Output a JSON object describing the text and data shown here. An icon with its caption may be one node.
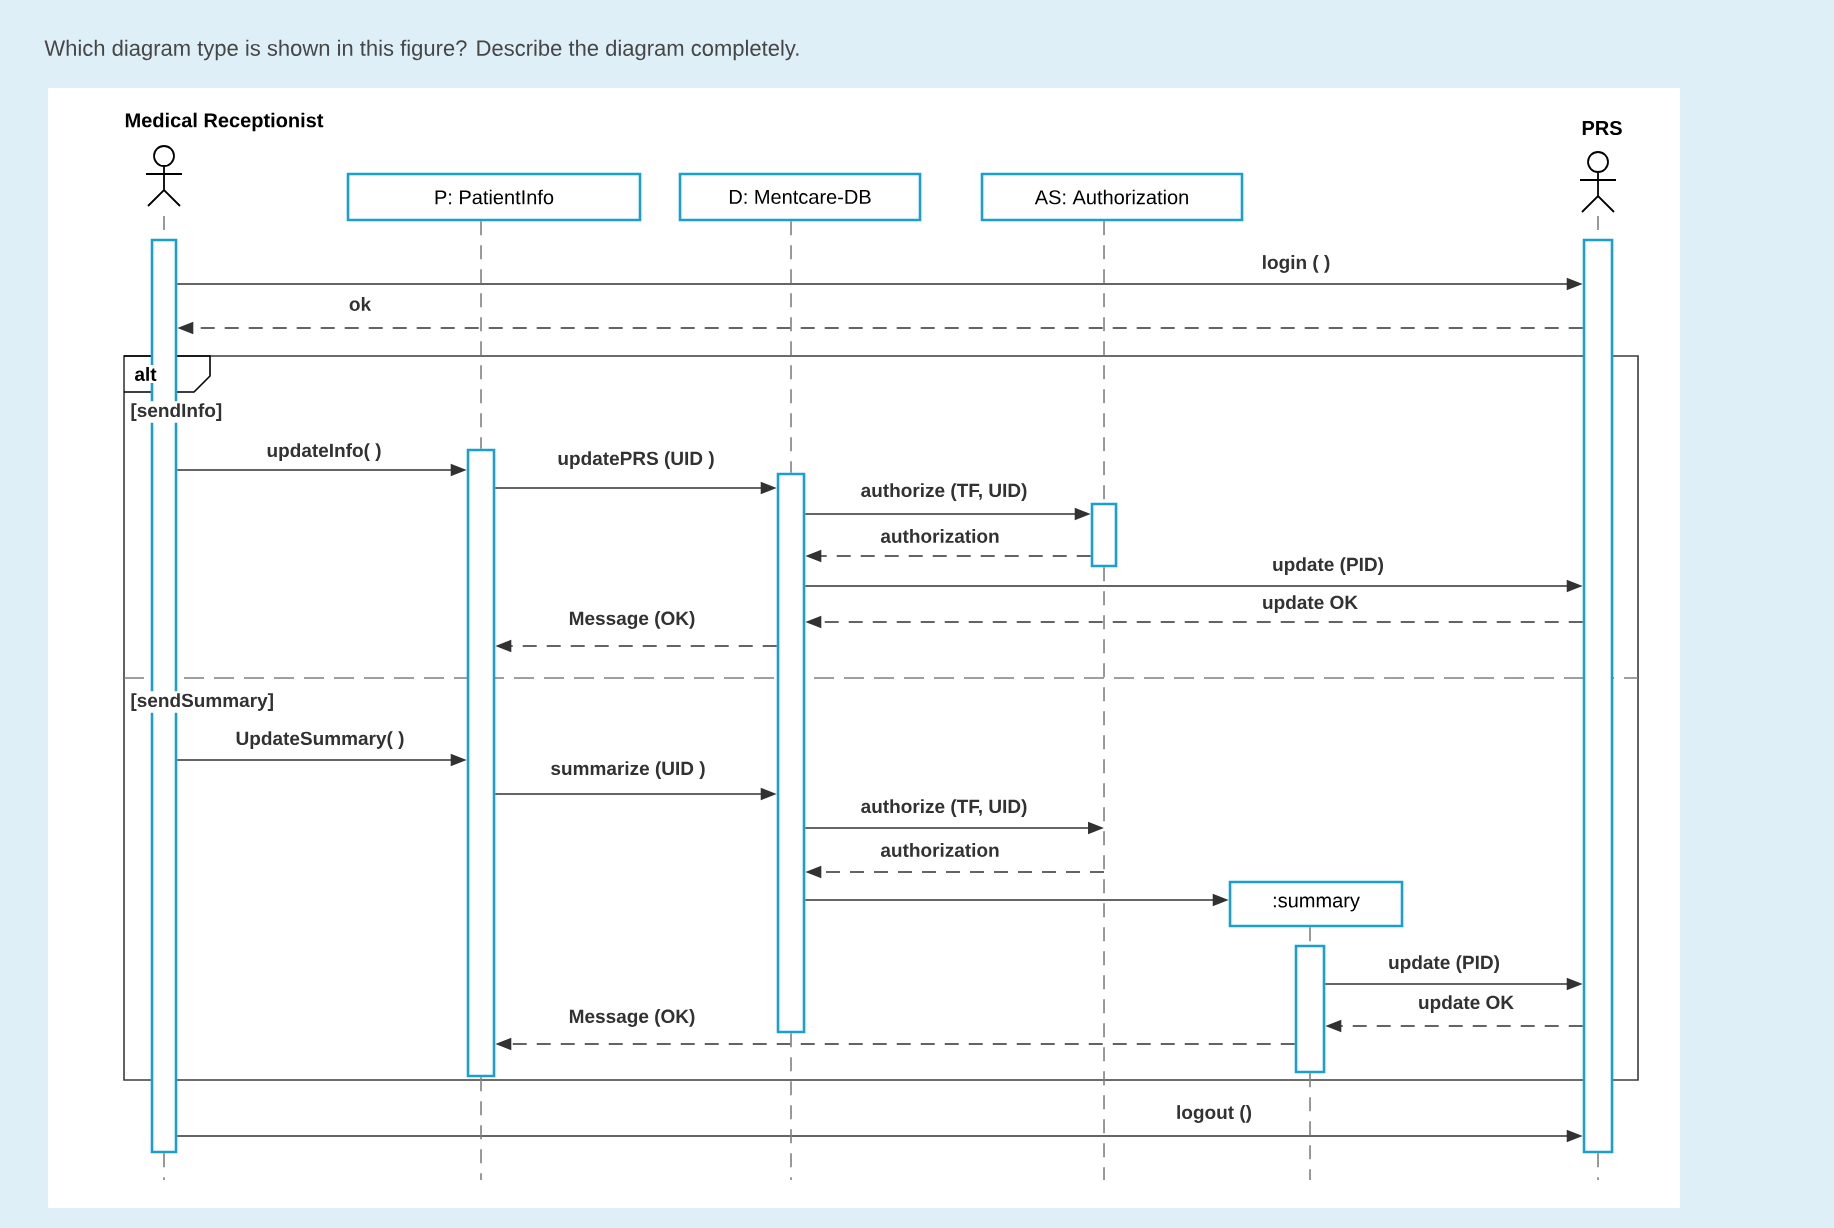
{
  "diagram": {
    "title": "Which diagram type is shown in this figure? Describe the diagram completely.",
    "nodes": [
      {
        "text": [
          "Medical Receptionist"
        ]
      },
      {
        "text": [
          "P: PatientInfo"
        ]
      },
      {
        "text": [
          "D: Mentcare-DB"
        ]
      },
      {
        "text": [
          "AS: Authorization"
        ]
      },
      {
        "text": [
          "PRS"
        ]
      },
      {
        "text": [
          ":summary"
        ]
      },
      {
        "text": [],
        "shape": "bar"
      },
      {
        "text": [],
        "shape": "bar"
      },
      {
        "text": [],
        "shape": "bar"
      },
      {
        "text": [],
        "shape": "bar"
      },
      {
        "text": [],
        "shape": "bar"
      },
      {
        "text": [],
        "shape": "bar"
      }
    ],
    "edges": [
      {
        "from": 6,
        "to": 11,
        "arrow": "to",
        "label": "login ( )"
      },
      {
        "from": 11,
        "to": 6,
        "arrow": "to",
        "label": "ok",
        "style": "dashed"
      },
      {
        "from": 6,
        "to": 7,
        "arrow": "to",
        "label": "updateInfo( )"
      },
      {
        "from": 7,
        "to": 8,
        "arrow": "to",
        "label": "updatePRS (UID )"
      },
      {
        "from": 8,
        "to": 9,
        "arrow": "to",
        "label": "authorize (TF, UID)"
      },
      {
        "from": 9,
        "to": 8,
        "arrow": "to",
        "label": "authorization",
        "style": "dashed"
      },
      {
        "from": 8,
        "to": 11,
        "arrow": "to",
        "label": "update (PID)"
      },
      {
        "from": 11,
        "to": 8,
        "arrow": "to",
        "label": "update OK",
        "style": "dashed"
      },
      {
        "from": 8,
        "to": 7,
        "arrow": "to",
        "label": "Message (OK)",
        "style": "dashed"
      },
      {
        "from": 6,
        "to": 7,
        "arrow": "to",
        "label": "UpdateSummary( )"
      },
      {
        "from": 7,
        "to": 8,
        "arrow": "to",
        "label": "summarize (UID )"
      },
      {
        "from": 8,
        "to": null,
        "arrow": "to",
        "label": "authorize (TF, UID)"
      },
      {
        "from": null,
        "to": 8,
        "arrow": "to",
        "label": "authorization",
        "style": "dashed"
      },
      {
        "from": 8,
        "to": 5,
        "arrow": "to"
      },
      {
        "from": 10,
        "to": 11,
        "arrow": "to",
        "label": "update (PID)"
      },
      {
        "from": 11,
        "to": 10,
        "arrow": "to",
        "label": "update OK",
        "style": "dashed"
      },
      {
        "from": 10,
        "to": 7,
        "arrow": "to",
        "label": "Message (OK)",
        "style": "dashed"
      },
      {
        "from": 6,
        "to": 11,
        "arrow": "to",
        "label": "logout ()"
      },
      {
        "from": 0,
        "to": 6,
        "arrow": "none",
        "style": "dashed"
      },
      {
        "from": 1,
        "to": 7,
        "arrow": "none",
        "style": "dashed"
      },
      {
        "from": 2,
        "to": 8,
        "arrow": "none",
        "style": "dashed"
      },
      {
        "from": 3,
        "to": 9,
        "arrow": "none",
        "style": "dashed"
      },
      {
        "from": 4,
        "to": 11,
        "arrow": "none",
        "style": "dashed"
      },
      {
        "from": 5,
        "to": 10,
        "arrow": "none",
        "style": "dashed"
      },
      {
        "from": 6,
        "to": null,
        "arrow": "none",
        "style": "dashed"
      },
      {
        "from": 7,
        "to": null,
        "arrow": "none",
        "style": "dashed"
      },
      {
        "from": 8,
        "to": null,
        "arrow": "none",
        "style": "dashed"
      },
      {
        "from": 9,
        "to": null,
        "arrow": "none",
        "style": "dashed"
      },
      {
        "from": 10,
        "to": null,
        "arrow": "none",
        "style": "dashed"
      },
      {
        "from": 11,
        "to": null,
        "arrow": "none",
        "style": "dashed"
      }
    ],
    "labels": [
      "alt",
      "[sendInfo]",
      "[sendSummary]"
    ]
  }
}
